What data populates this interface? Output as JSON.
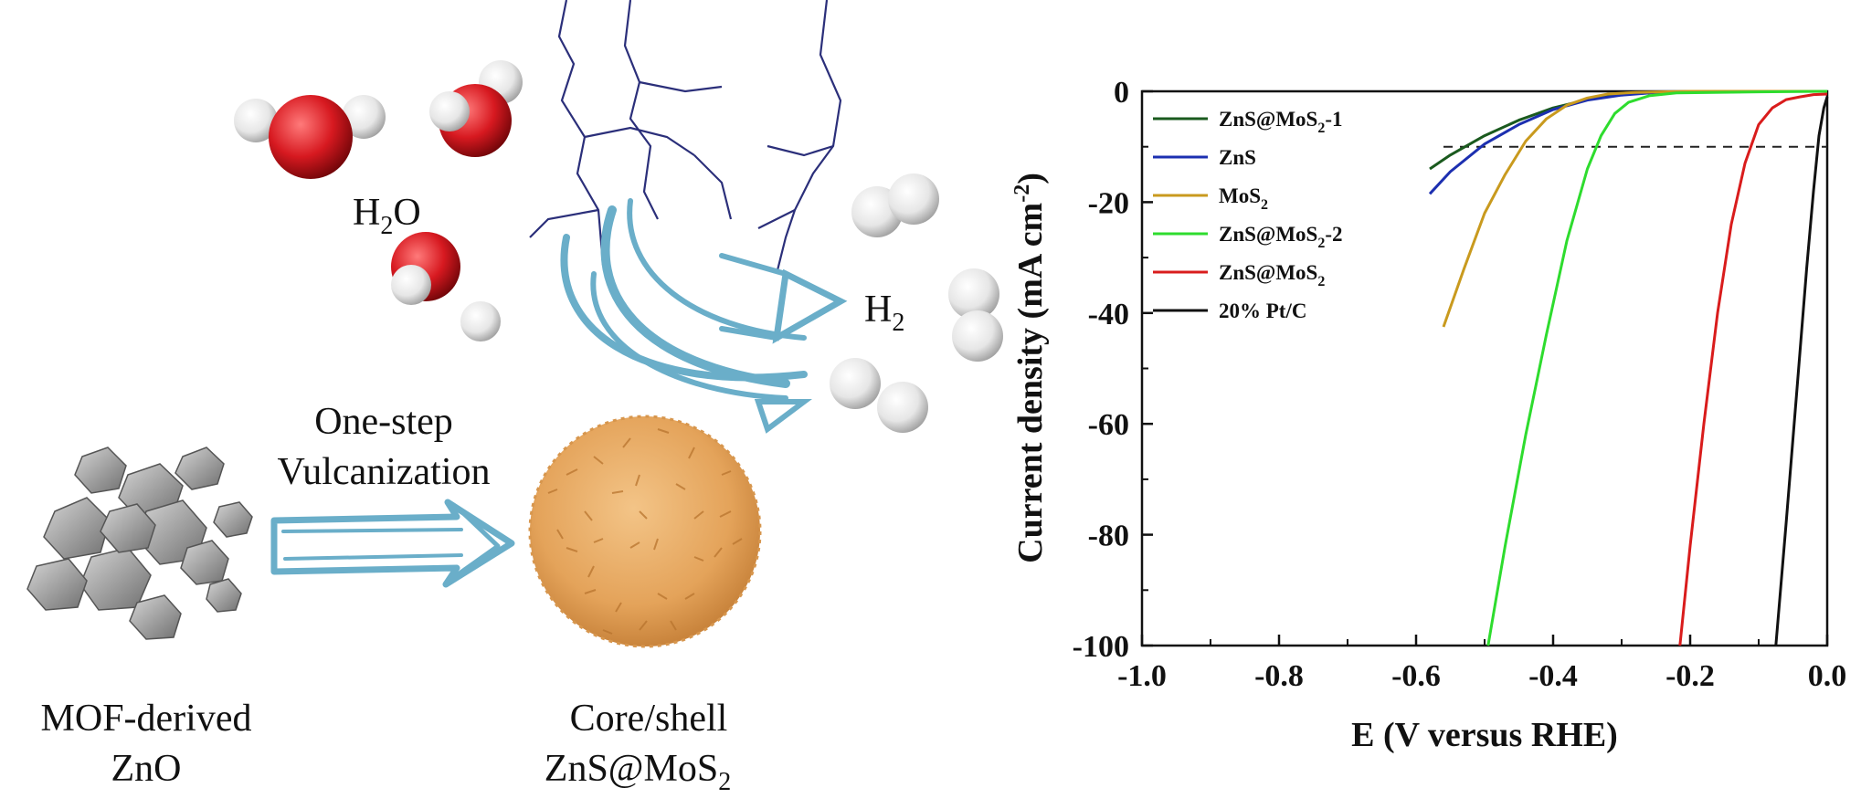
{
  "scheme": {
    "water_label": "H",
    "water_label_sub": "2",
    "water_label_tail": "O",
    "hydrogen_label": "H",
    "hydrogen_label_sub": "2",
    "process_line1": "One-step",
    "process_line2": "Vulcanization",
    "precursor_line1": "MOF-derived",
    "precursor_line2": "ZnO",
    "product_line1": "Core/shell",
    "product_line2": "ZnS@MoS",
    "product_line2_sub": "2",
    "colors": {
      "arrow": "#6aaec9",
      "oxygen": "#d71920",
      "hydrogen_atom": "#ececec",
      "core_shell": "#e8a75a",
      "zno_crystal": "#9a9a9a",
      "lightning": "#2b2f7a"
    }
  },
  "chart_data": {
    "type": "line",
    "xlabel": "E (V versus RHE)",
    "ylabel_main": "Current density (mA cm",
    "ylabel_sup": "-2",
    "ylabel_tail": ")",
    "xlim": [
      -1.0,
      0.0
    ],
    "ylim": [
      -100,
      0
    ],
    "xticks": [
      "-1.0",
      "-0.8",
      "-0.6",
      "-0.4",
      "-0.2",
      "0.0"
    ],
    "yticks": [
      "0",
      "-20",
      "-40",
      "-60",
      "-80",
      "-100"
    ],
    "reference_line": {
      "y": -10,
      "style": "dashed",
      "color": "#222222"
    },
    "legend_position": "top-left",
    "series": [
      {
        "name": "ZnS@MoS",
        "name_sub": "2",
        "name_tail": "-1",
        "color": "#1a5a1e",
        "x": [
          -0.58,
          -0.55,
          -0.5,
          -0.45,
          -0.4,
          -0.35,
          -0.3,
          -0.25,
          -0.2,
          -0.1,
          0.0
        ],
        "y": [
          -14,
          -11.5,
          -8,
          -5.2,
          -3,
          -1.5,
          -0.6,
          -0.2,
          -0.1,
          0,
          0
        ]
      },
      {
        "name": "ZnS",
        "name_sub": "",
        "name_tail": "",
        "color": "#1c2fb0",
        "x": [
          -0.58,
          -0.55,
          -0.5,
          -0.45,
          -0.4,
          -0.35,
          -0.3,
          -0.25,
          -0.2,
          -0.1,
          0.0
        ],
        "y": [
          -18.5,
          -14.5,
          -9.5,
          -6,
          -3.3,
          -1.6,
          -0.7,
          -0.2,
          -0.1,
          0,
          0
        ]
      },
      {
        "name": "MoS",
        "name_sub": "2",
        "name_tail": "",
        "color": "#c99a1e",
        "x": [
          -0.56,
          -0.53,
          -0.5,
          -0.47,
          -0.44,
          -0.41,
          -0.38,
          -0.35,
          -0.32,
          -0.28,
          -0.2,
          0.0
        ],
        "y": [
          -42.5,
          -32,
          -22,
          -15,
          -9,
          -5,
          -2.5,
          -1.2,
          -0.5,
          -0.2,
          0,
          0
        ]
      },
      {
        "name": "ZnS@MoS",
        "name_sub": "2",
        "name_tail": "-2",
        "color": "#2edc2e",
        "x": [
          -0.495,
          -0.47,
          -0.44,
          -0.41,
          -0.38,
          -0.35,
          -0.33,
          -0.31,
          -0.29,
          -0.26,
          -0.22,
          -0.1,
          0.0
        ],
        "y": [
          -100,
          -82,
          -62,
          -44,
          -27,
          -14,
          -8,
          -4,
          -2,
          -0.8,
          -0.3,
          -0.1,
          0
        ]
      },
      {
        "name": "ZnS@MoS",
        "name_sub": "2",
        "name_tail": "",
        "color": "#d91c1c",
        "x": [
          -0.215,
          -0.2,
          -0.18,
          -0.16,
          -0.14,
          -0.12,
          -0.1,
          -0.08,
          -0.06,
          -0.04,
          -0.02,
          0.0
        ],
        "y": [
          -100,
          -82,
          -60,
          -40,
          -24,
          -13,
          -6,
          -3,
          -1.5,
          -1,
          -0.6,
          -0.5
        ]
      },
      {
        "name": "20% Pt/C",
        "name_sub": "",
        "name_tail": "",
        "color": "#111111",
        "x": [
          -0.075,
          -0.06,
          -0.045,
          -0.03,
          -0.02,
          -0.012,
          -0.005,
          0.0
        ],
        "y": [
          -100,
          -78,
          -55,
          -32,
          -18,
          -8,
          -3,
          -1
        ]
      }
    ]
  }
}
